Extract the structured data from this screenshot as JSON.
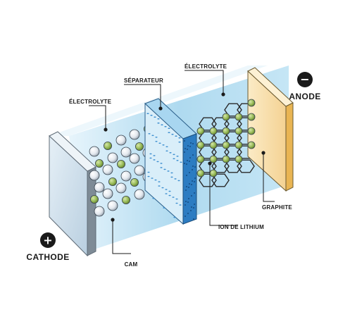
{
  "labels": {
    "electrolyte_left": "ÉLECTROLYTE",
    "separator": "SÉPARATEUR",
    "electrolyte_right": "ÉLECTROLYTE",
    "anode": "ANODE",
    "cathode": "CATHODE",
    "cam": "CAM",
    "ion": "ION DE LITHIUM",
    "graphite": "GRAPHITE"
  },
  "signs": {
    "plus": "+",
    "minus": "−"
  },
  "colors": {
    "electrolyte": "#a9d7ee",
    "electrolyte_light": "#dff1fa",
    "separator": "#6cbbe4",
    "separator_dark": "#2c7cc2",
    "cathode_plate": "#c9dcea",
    "anode_plate": "#f6dca2",
    "anode_edge": "#e8b65a",
    "ion_green": "#94b855",
    "ion_silver": "#dfe4ea",
    "graphite_line": "#2a2a2a",
    "text": "#1a1a1a"
  }
}
